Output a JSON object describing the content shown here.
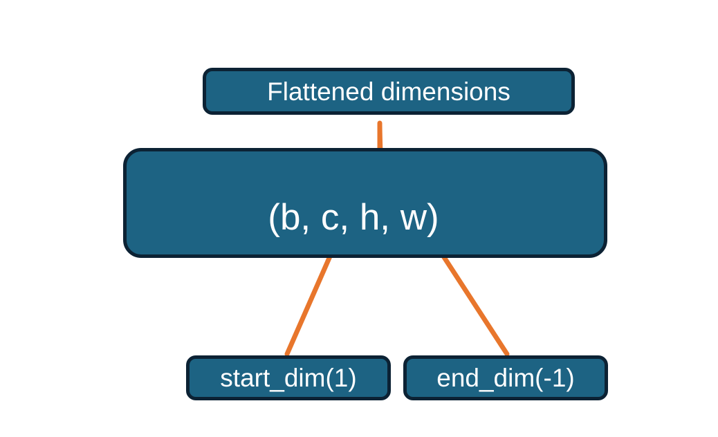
{
  "diagram": {
    "title_node": {
      "label": "Flattened dimensions"
    },
    "shape_node": {
      "label": "(b, c, h, w)"
    },
    "start_node": {
      "label": "start_dim(1)"
    },
    "end_node": {
      "label": "end_dim(-1)"
    },
    "colors": {
      "box_fill": "#1d6383",
      "box_border": "#0c2234",
      "box_text": "#ffffff",
      "connector": "#e8762c",
      "background": "#ffffff"
    },
    "connectors": {
      "brace": {
        "name": "curly-brace-connector",
        "spans_label": "c, h, w",
        "points_to": "Flattened dimensions"
      },
      "start_arrow": {
        "name": "start-dim-arrow",
        "from": "start_dim(1)",
        "to": "c"
      },
      "end_arrow": {
        "name": "end-dim-arrow",
        "from": "end_dim(-1)",
        "to": "w"
      }
    }
  }
}
